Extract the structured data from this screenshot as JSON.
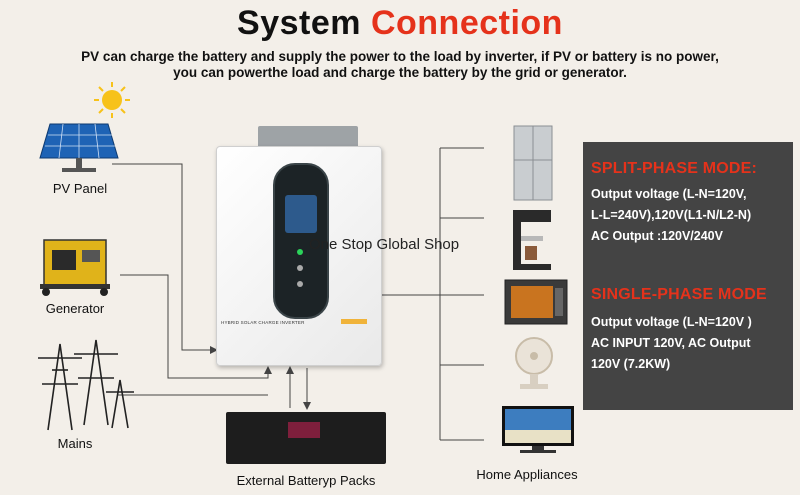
{
  "title": {
    "part1": "System",
    "part2": "Connection"
  },
  "subtitle": {
    "line1": "PV can charge the battery and supply the power to the load by inverter, if PV or battery is no power,",
    "line2": "you can powerthe load and charge the battery by the grid or generator."
  },
  "sources": {
    "pv": "PV Panel",
    "generator": "Generator",
    "mains": "Mains"
  },
  "inverter": {
    "label": "HYBRID SOLAR CHARGE INVERTER"
  },
  "battery": {
    "label": "External Batteryp Packs"
  },
  "loads": {
    "label": "Home Appliances"
  },
  "watermark": "One Stop Global Shop",
  "split_phase": {
    "heading": "SPLIT-PHASE MODE:",
    "lines": [
      "Output voltage (L-N=120V,",
      "L-L=240V),120V(L1-N/L2-N)",
      "AC Output :120V/240V"
    ]
  },
  "single_phase": {
    "heading": "SINGLE-PHASE MODE",
    "lines": [
      "Output voltage (L-N=120V )",
      "AC INPUT 120V, AC Output",
      "120V (7.2KW)"
    ]
  },
  "colors": {
    "accent": "#e5321b",
    "background": "#f3efe9",
    "mode_box": "#444444"
  },
  "icons": [
    "sun-icon",
    "solar-panel-icon",
    "generator-icon",
    "power-tower-icon",
    "refrigerator-icon",
    "coffee-machine-icon",
    "oven-icon",
    "fan-icon",
    "tv-icon"
  ]
}
